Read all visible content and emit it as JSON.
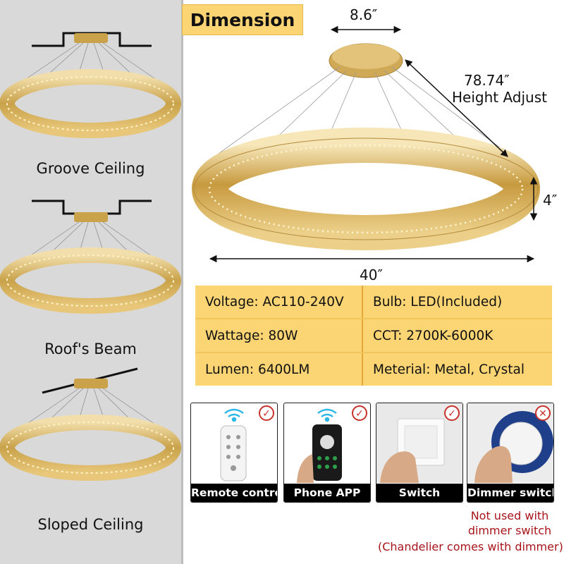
{
  "header": {
    "title": "Dimension"
  },
  "dimensions": {
    "canopy_width": "8.6″",
    "height_adjust_value": "78.74″",
    "height_adjust_label": "Height Adjust",
    "ring_height": "4″",
    "diameter": "40″"
  },
  "mount_types": [
    {
      "label": "Groove Ceiling"
    },
    {
      "label": "Roof's Beam"
    },
    {
      "label": "Sloped Ceiling"
    }
  ],
  "specs": {
    "voltage": "Voltage: AC110-240V",
    "bulb": "Bulb: LED(Included)",
    "wattage": "Wattage: 80W",
    "cct": "CCT: 2700K-6000K",
    "lumen": "Lumen: 6400LM",
    "material": "Meterial: Metal, Crystal"
  },
  "controls": [
    {
      "label": "Remote contro",
      "supported": true
    },
    {
      "label": "Phone APP",
      "supported": true
    },
    {
      "label": "Switch",
      "supported": true
    },
    {
      "label": "Dimmer switch",
      "supported": false
    }
  ],
  "badges": {
    "check": "✓",
    "cross": "✕"
  },
  "notes": {
    "line1": "Not used with",
    "line2": "dimmer switch",
    "line3": "(Chandelier comes with dimmer)"
  },
  "colors": {
    "accent_yellow": "#fbd574",
    "gold": "#c9a24a",
    "note_red": "#a8141b",
    "panel_gray": "#d9d9d9"
  }
}
